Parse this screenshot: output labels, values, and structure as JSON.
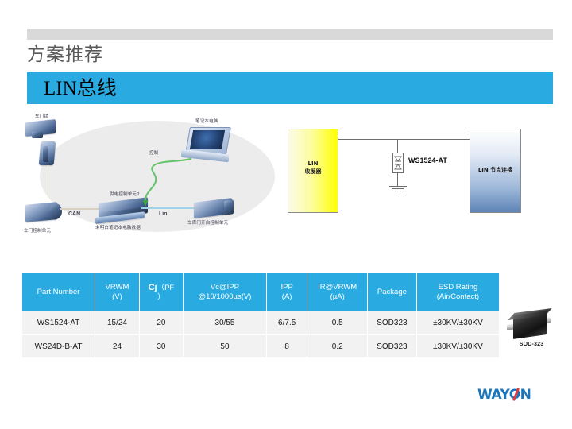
{
  "header": {
    "page_title": "方案推荐",
    "banner_title": "LIN总线"
  },
  "illustration": {
    "name": "lin-bus-automotive-network-illustration",
    "labels": {
      "door_lock": "车门锁",
      "door_control_unit": "车门控制单元",
      "can_bus": "CAN",
      "power_control_unit_2": "供电控制单元2",
      "unknown_laptop_data": "未明白笔记本电脑数据",
      "laptop": "笔记本电脑",
      "control": "控制",
      "lin_bus": "Lin",
      "garage_door_control_unit": "车库门开启控制单元"
    }
  },
  "schematic": {
    "name": "lin-bus-protection-schematic",
    "transceiver_label": "LIN\n收发器",
    "transceiver_line1": "LIN",
    "transceiver_line2": "收发器",
    "device_label": "WS1524-AT",
    "node_line1": "LIN 节点连接"
  },
  "table": {
    "headers": [
      "Part Number",
      "VRWM\n(V)",
      "Cj（PF）",
      "Vc@IPP\n@10/1000µs(V)",
      "IPP\n(A)",
      "IR@VRWM\n(µA)",
      "Package",
      "ESD Rating\n(Air/Contact)"
    ],
    "header_parts": {
      "part_number": "Part Number",
      "vrwm_l1": "VRWM",
      "vrwm_l2": "(V)",
      "cj_l1": "Cj",
      "cj_l2": "（PF",
      "cj_l3": "）",
      "vc_l1": "Vc@IPP",
      "vc_l2": "@10/1000µs(V)",
      "ipp_l1": "IPP",
      "ipp_l2": "(A)",
      "ir_l1": "IR@VRWM",
      "ir_l2": "(µA)",
      "package": "Package",
      "esd_l1": "ESD Rating",
      "esd_l2": "(Air/Contact)"
    },
    "rows": [
      {
        "part_number": "WS1524-AT",
        "vrwm": "15/24",
        "cj": "20",
        "vc_ipp": "30/55",
        "ipp": "6/7.5",
        "ir_vrwm": "0.5",
        "package": "SOD323",
        "esd": "±30KV/±30KV"
      },
      {
        "part_number": "WS24D-B-AT",
        "vrwm": "24",
        "cj": "30",
        "vc_ipp": "50",
        "ipp": "8",
        "ir_vrwm": "0.2",
        "package": "SOD323",
        "esd": "±30KV/±30KV"
      }
    ]
  },
  "package_photo": {
    "caption": "SOD-323"
  },
  "logo": {
    "text": "WAYON"
  },
  "colors": {
    "accent_blue": "#29abe2",
    "header_gray": "#d9d9d9",
    "title_gray": "#595959",
    "logo_blue": "#1b75bb",
    "logo_red": "#e03a3e",
    "transceiver_yellow": "#ffff00"
  }
}
